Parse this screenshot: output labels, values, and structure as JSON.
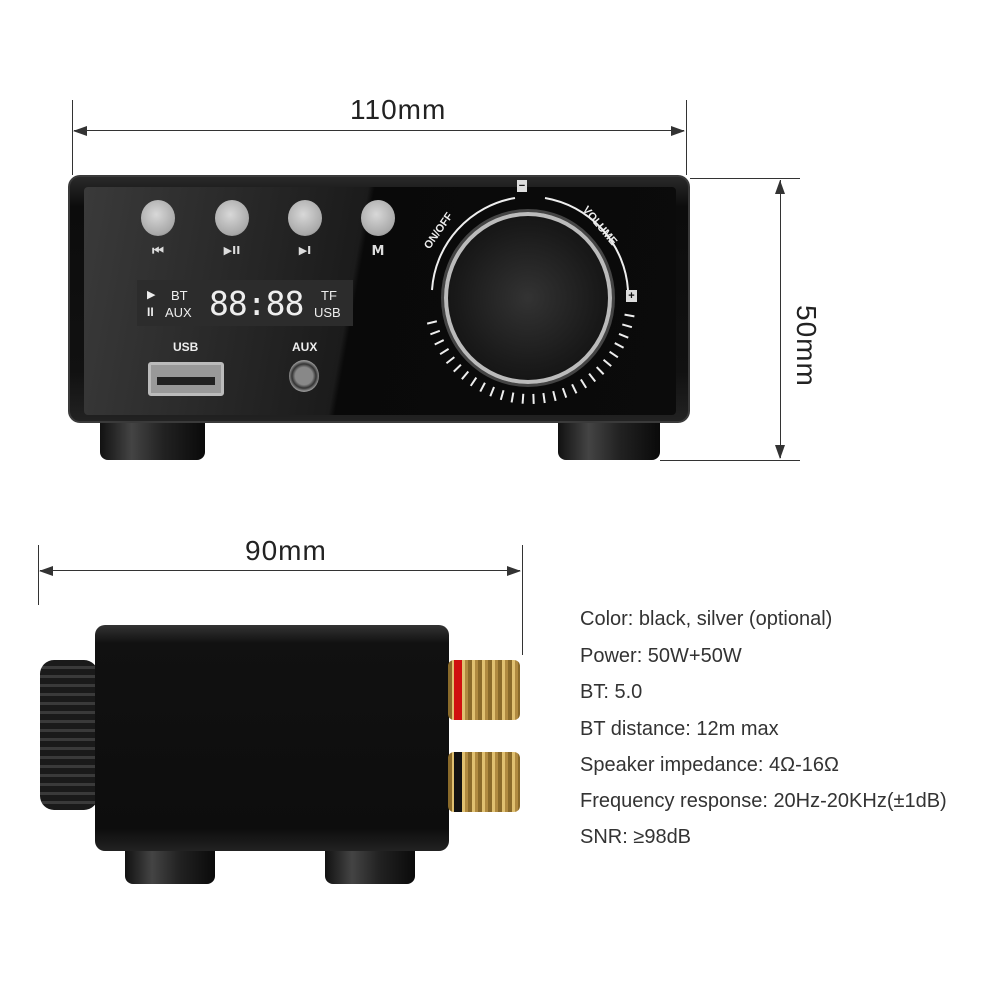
{
  "dimensions": {
    "width_front": "110mm",
    "height": "50mm",
    "depth": "90mm"
  },
  "front_panel": {
    "buttons": [
      {
        "icon": "previous-icon",
        "glyph": "⏮"
      },
      {
        "icon": "play-pause-icon",
        "glyph": "▶II"
      },
      {
        "icon": "next-icon",
        "glyph": "▶I"
      },
      {
        "icon": "mode-icon",
        "glyph": "M"
      }
    ],
    "display": {
      "play": "▶",
      "pause": "II",
      "bt": "BT",
      "aux": "AUX",
      "time": "88:88",
      "tf": "TF",
      "usb": "USB"
    },
    "usb_label": "USB",
    "aux_label": "AUX",
    "knob": {
      "on_off": "ON/OFF",
      "volume": "VOLUME",
      "minus": "−",
      "plus": "+"
    }
  },
  "specs": [
    "Color: black, silver (optional)",
    "Power: 50W+50W",
    "BT: 5.0",
    "BT distance: 12m max",
    "Speaker impedance: 4Ω-16Ω",
    "Frequency response: 20Hz-20KHz(±1dB)",
    "SNR: ≥98dB"
  ],
  "colors": {
    "body": "#111111",
    "terminal_red": "#d01010",
    "terminal_gold": "#c9a050"
  }
}
